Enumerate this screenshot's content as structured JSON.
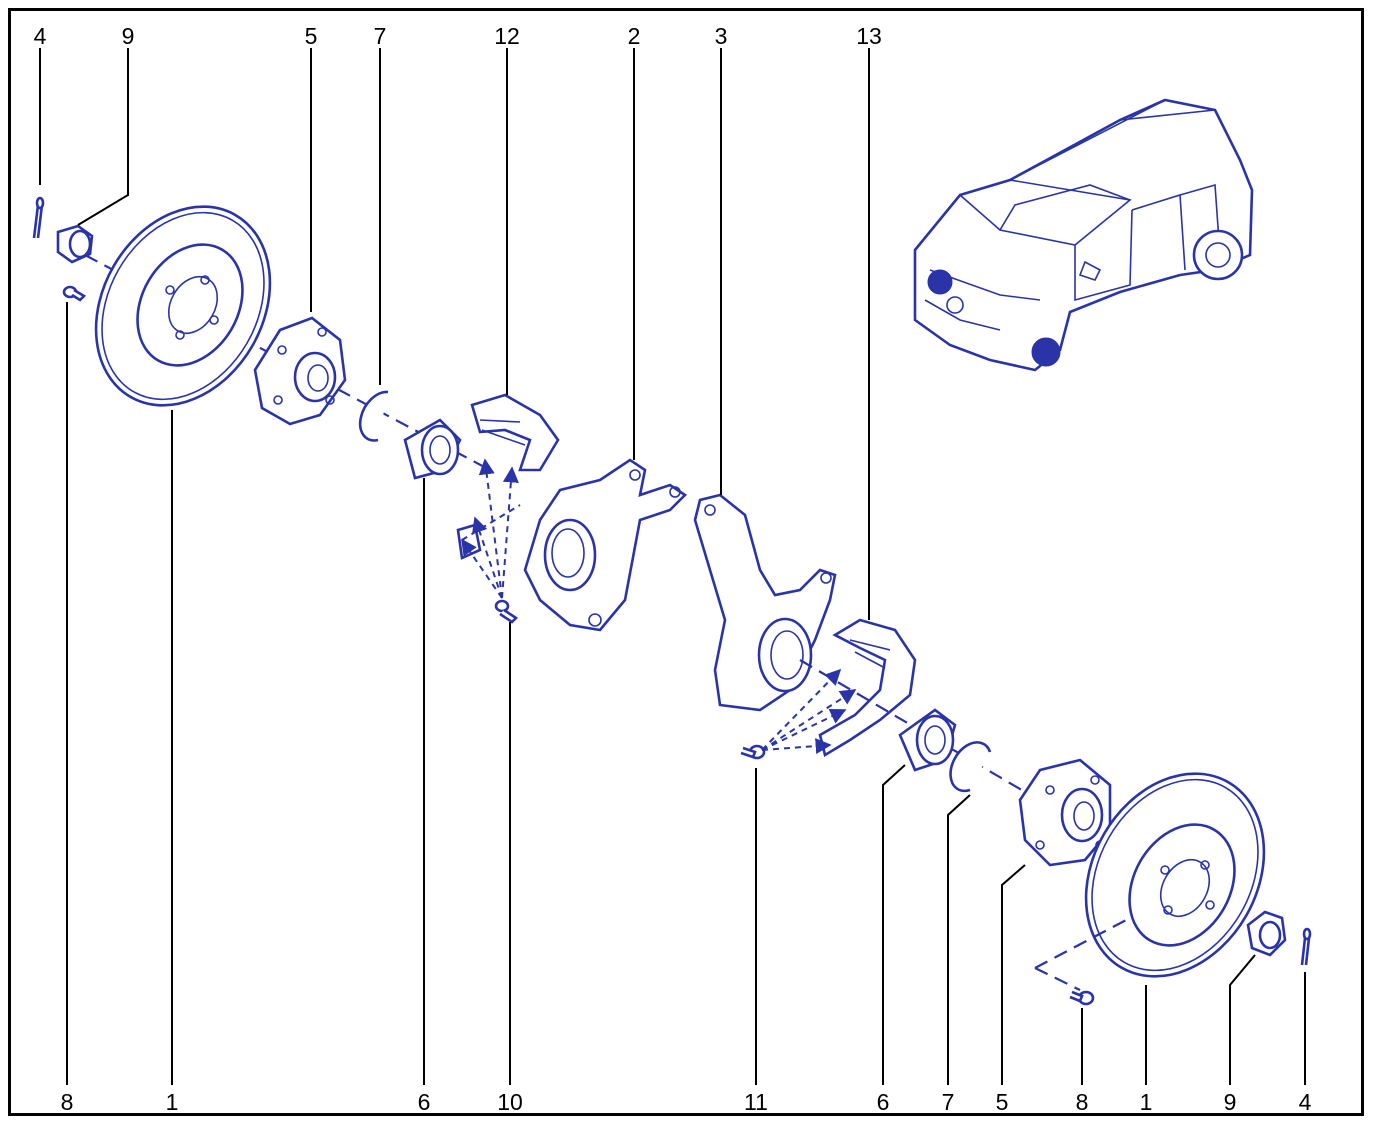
{
  "colors": {
    "line_art": "#2a33a8",
    "labels": "#000000",
    "frame": "#000000"
  },
  "labels": {
    "top": [
      "4",
      "9",
      "5",
      "7",
      "12",
      "2",
      "3",
      "13"
    ],
    "bottom": [
      "8",
      "1",
      "6",
      "10",
      "11",
      "6",
      "7",
      "5",
      "8",
      "1",
      "9",
      "4"
    ]
  }
}
